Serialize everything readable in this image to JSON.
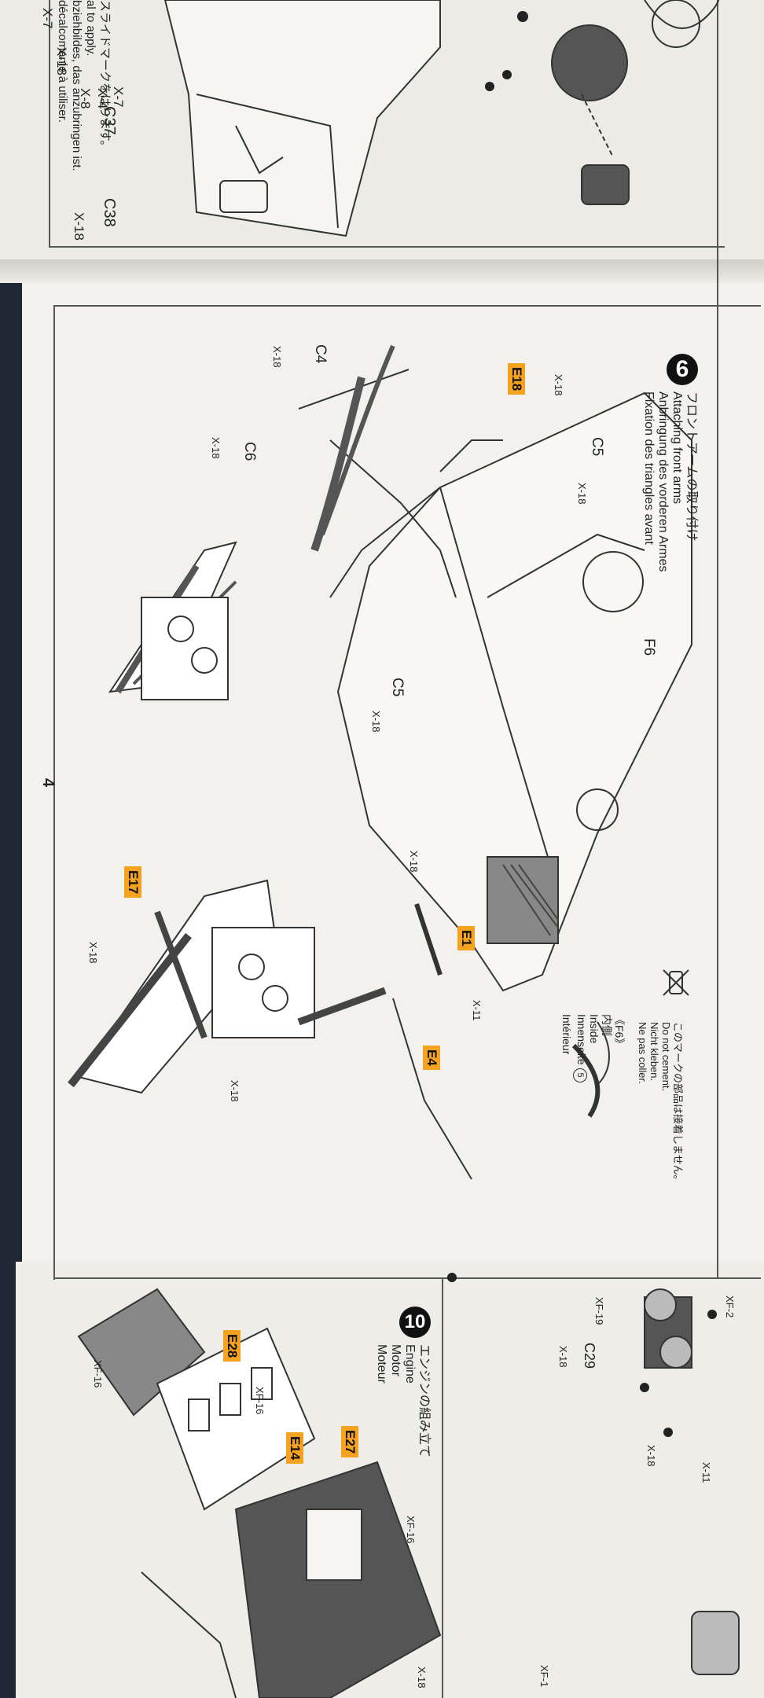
{
  "top_panel": {
    "labels": [
      "X-7",
      "X-7",
      "X-4",
      "X-8",
      "X-18",
      "C37",
      "C38",
      "X-18"
    ],
    "text_lines": [
      "スライドマークをはります。",
      "al to apply.",
      "bziehbildes, das anzubringen ist.",
      "décalcomanie à utiliser."
    ]
  },
  "step6": {
    "number": "6",
    "title_jp": "フロントアームの取り付け",
    "title_en": "Attaching front arms",
    "title_de": "Anbringung des vorderen Armes",
    "title_fr": "Fixation des triangles avant",
    "parts": {
      "e18": "E18",
      "x18_a": "X-18",
      "c4": "C4",
      "x18_b": "X-18",
      "c5_a": "C5",
      "x18_c": "X-18",
      "c6": "C6",
      "x18_d": "X-18",
      "f6": "F6",
      "c5_b": "C5",
      "x18_e": "X-18",
      "e17": "E17",
      "x18_f": "X-18",
      "e1": "E1",
      "x18_g": "X-18",
      "x11": "X-11",
      "e4": "E4",
      "x18_h": "X-18"
    },
    "notice": {
      "jp": "このマークの部品は接着しません。",
      "en": "Do not cement.",
      "de": "Nicht kleben.",
      "fr": "Ne pas coller."
    },
    "f6_detail": {
      "title": "《F6》",
      "jp": "内側",
      "en": "Inside",
      "de": "Innenseite",
      "fr": "Intérieur",
      "step_ref": "5"
    }
  },
  "page_number": "4",
  "step10": {
    "number": "10",
    "title_jp": "エンジンの組み立て",
    "title_en": "Engine",
    "title_de": "Motor",
    "title_fr": "Moteur",
    "parts": {
      "xf16_a": "XF-16",
      "e28": "E28",
      "xf16_b": "XF-16",
      "e14": "E14",
      "e27": "E27",
      "xf16_c": "XF-16",
      "x18": "X-18",
      "xf16_d": "XF-1"
    }
  },
  "right_column": {
    "labels": [
      "XF-2",
      "XF-19",
      "C29",
      "X-18",
      "X-18",
      "X-11"
    ]
  }
}
